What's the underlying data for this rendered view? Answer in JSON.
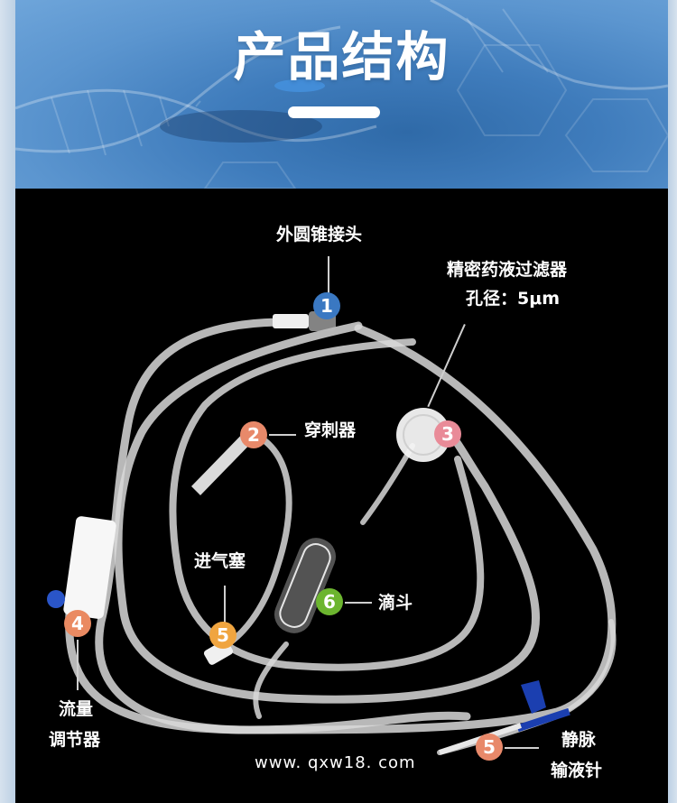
{
  "header": {
    "title": "产品结构"
  },
  "parts": [
    {
      "number": "1",
      "label": "外圆锥接头",
      "color": "#3a78c2"
    },
    {
      "number": "2",
      "label": "穿刺器",
      "color": "#e8896a"
    },
    {
      "number": "3",
      "label_line1": "精密药液过滤器",
      "label_line2": "孔径：5μm",
      "color": "#e98b98"
    },
    {
      "number": "4",
      "label_line1": "流量",
      "label_line2": "调节器",
      "color": "#ea8a62"
    },
    {
      "number": "5",
      "label": "进气塞",
      "color": "#f0a540"
    },
    {
      "number": "5",
      "label_line1": "静脉",
      "label_line2": "输液针",
      "color": "#e8896a"
    },
    {
      "number": "6",
      "label": "滴斗",
      "color": "#6cb52f"
    }
  ],
  "watermark": "www. qxw18. com",
  "colors": {
    "header_blue": "#4a86c6",
    "stage_bg": "#000000",
    "frame": "#c9d8e8"
  }
}
